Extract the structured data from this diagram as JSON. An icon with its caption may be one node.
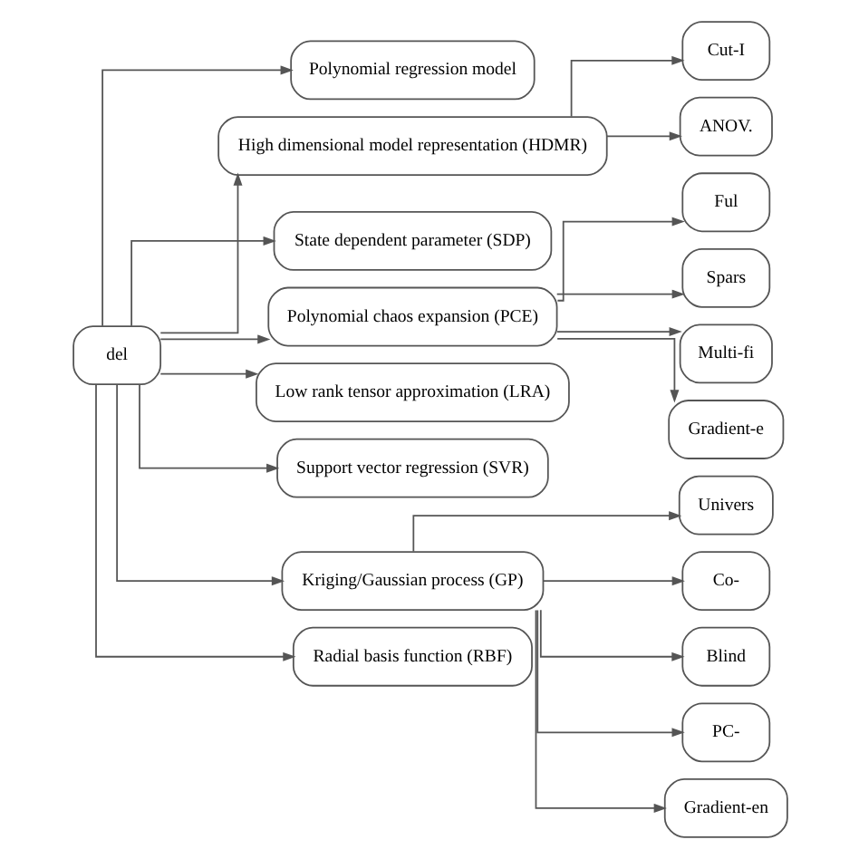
{
  "diagram": {
    "nodes": [
      {
        "text": [
          "del"
        ]
      },
      {
        "text": [
          "Polynomial regression model"
        ]
      },
      {
        "text": [
          "High dimensional model representation (HDMR)"
        ]
      },
      {
        "text": [
          "Cut-I"
        ]
      },
      {
        "text": [
          "ANOV."
        ]
      },
      {
        "text": [
          "State dependent parameter (SDP)"
        ]
      },
      {
        "text": [
          "Polynomial chaos expansion (PCE)"
        ]
      },
      {
        "text": [
          "Ful"
        ]
      },
      {
        "text": [
          "Spars"
        ]
      },
      {
        "text": [
          "Multi-fi"
        ]
      },
      {
        "text": [
          "Gradient-e"
        ]
      },
      {
        "text": [
          "Low rank tensor approximation (LRA)"
        ]
      },
      {
        "text": [
          "Support vector regression (SVR)"
        ]
      },
      {
        "text": [
          "Kriging/Gaussian process (GP)"
        ]
      },
      {
        "text": [
          "Univers"
        ]
      },
      {
        "text": [
          "Co-"
        ]
      },
      {
        "text": [
          "Blind"
        ]
      },
      {
        "text": [
          "PC-"
        ]
      },
      {
        "text": [
          "Gradient-en"
        ]
      },
      {
        "text": [
          "Radial basis function (RBF)"
        ]
      }
    ],
    "edges": [
      {
        "from": 0,
        "to": 1,
        "arrow": "to"
      },
      {
        "from": 0,
        "to": 2,
        "arrow": "to"
      },
      {
        "from": 2,
        "to": 3,
        "arrow": "to"
      },
      {
        "from": 2,
        "to": 4,
        "arrow": "to"
      },
      {
        "from": 0,
        "to": 5,
        "arrow": "to"
      },
      {
        "from": 0,
        "to": 6,
        "arrow": "to"
      },
      {
        "from": 6,
        "to": 7,
        "arrow": "to"
      },
      {
        "from": 6,
        "to": 8,
        "arrow": "to"
      },
      {
        "from": 6,
        "to": 9,
        "arrow": "to"
      },
      {
        "from": 6,
        "to": 10,
        "arrow": "to"
      },
      {
        "from": 0,
        "to": 11,
        "arrow": "to"
      },
      {
        "from": 0,
        "to": 12,
        "arrow": "to"
      },
      {
        "from": 0,
        "to": 13,
        "arrow": "to"
      },
      {
        "from": 13,
        "to": 14,
        "arrow": "to"
      },
      {
        "from": 13,
        "to": 15,
        "arrow": "to"
      },
      {
        "from": 13,
        "to": 16,
        "arrow": "to"
      },
      {
        "from": 13,
        "to": 17,
        "arrow": "to"
      },
      {
        "from": 13,
        "to": 18,
        "arrow": "to"
      },
      {
        "from": 0,
        "to": 19,
        "arrow": "to"
      }
    ]
  }
}
